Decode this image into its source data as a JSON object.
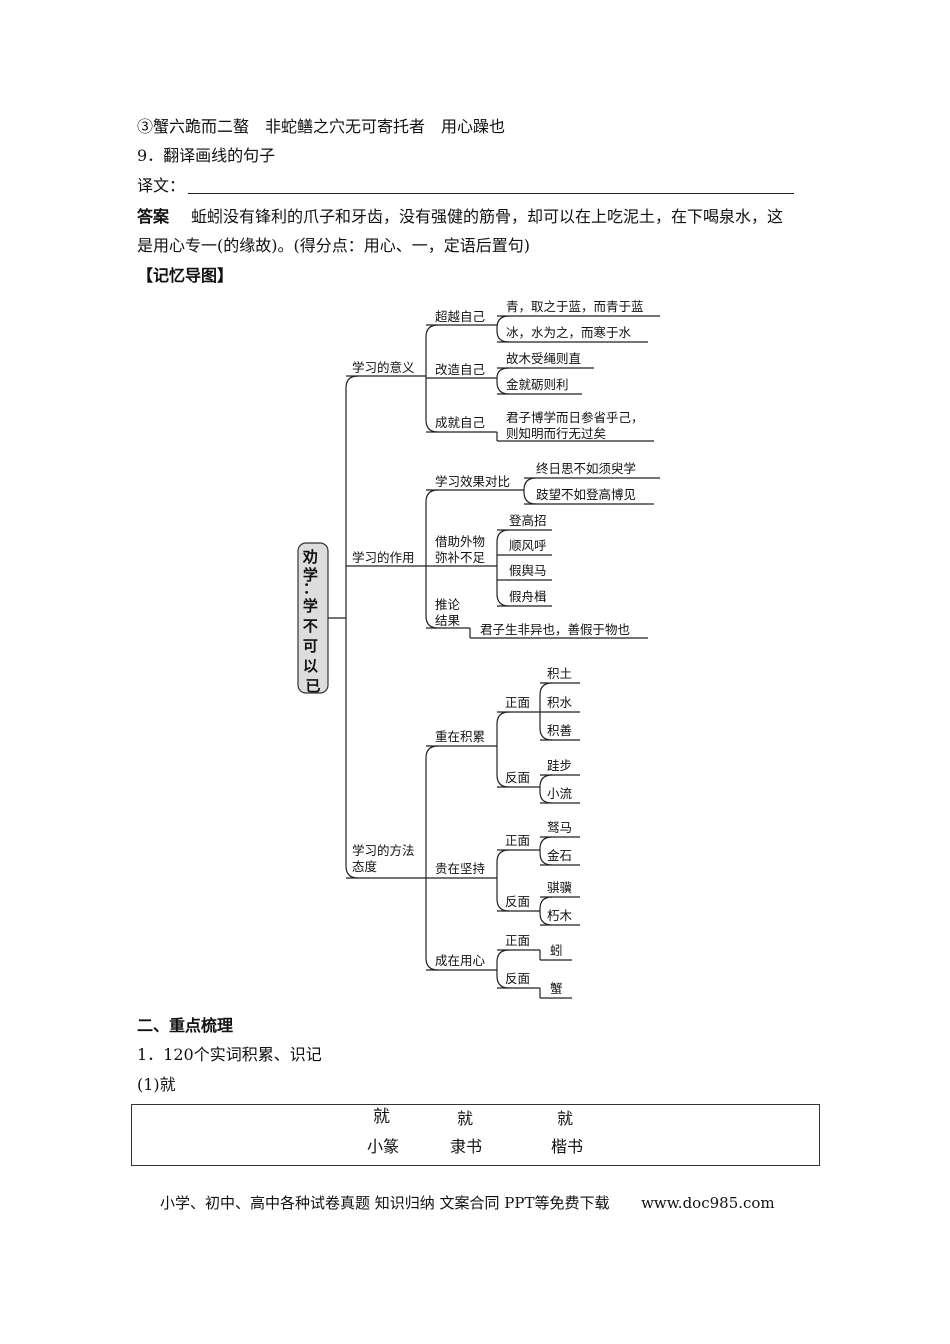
{
  "lines": {
    "l1": "③蟹六跪而二螯　非蛇鳝之穴无可寄托者　用心躁也",
    "q9": "9．翻译画线的句子",
    "yiwen": "译文：",
    "answer_tag": "答案",
    "answer_1": "蚯蚓没有锋利的爪子和牙齿，没有强健的筋骨，却可以在上吃泥土，在下喝泉水，这",
    "answer_2": "是用心专一(的缘故)。(得分点：用心、一，定语后置句)",
    "memory_map_heading": "【记忆导图】",
    "section_2": "二、重点梳理",
    "sub_1": "1．120个实词积累、识记",
    "sub_1_1": "(1)就"
  },
  "mindmap": {
    "root": "劝学：学不可以已",
    "b1": "学习的意义",
    "b1_c1": "超越自己",
    "b1_c1_a": "青，取之于蓝，而青于蓝",
    "b1_c1_b": "冰，水为之，而寒于水",
    "b1_c2": "改造自己",
    "b1_c2_a": "故木受绳则直",
    "b1_c2_b": "金就砺则利",
    "b1_c3": "成就自己",
    "b1_c3_a1": "君子博学而日参省乎己，",
    "b1_c3_a2": "则知明而行无过矣",
    "b2": "学习的作用",
    "b2_c1": "学习效果对比",
    "b2_c1_a": "终日思不如须臾学",
    "b2_c1_b": "跂望不如登高博见",
    "b2_c2_1": "借助外物",
    "b2_c2_2": "弥补不足",
    "b2_c2_a": "登高招",
    "b2_c2_b": "顺风呼",
    "b2_c2_c": "假舆马",
    "b2_c2_d": "假舟楫",
    "b2_c3_1": "推论",
    "b2_c3_2": "结果",
    "b2_c3_a": "君子生非异也，善假于物也",
    "b3_1": "学习的方法",
    "b3_2": "态度",
    "b3_c1": "重在积累",
    "zheng1": "正面",
    "b3_c1_a": "积土",
    "b3_c1_b": "积水",
    "b3_c1_c": "积善",
    "fan1": "反面",
    "b3_c1_d": "跬步",
    "b3_c1_e": "小流",
    "b3_c2": "贵在坚持",
    "zheng2": "正面",
    "b3_c2_a": "驽马",
    "b3_c2_b": "金石",
    "fan2": "反面",
    "b3_c2_c": "骐骥",
    "b3_c2_d": "朽木",
    "b3_c3": "成在用心",
    "zheng3": "正面",
    "b3_c3_a": "蚓",
    "fan3": "反面",
    "b3_c3_b": "蟹"
  },
  "table": {
    "glyph_seal": "就",
    "glyph_li": "就",
    "glyph_kai": "就",
    "label_seal": "小篆",
    "label_li": "隶书",
    "label_kai": "楷书"
  },
  "footer": {
    "text": "小学、初中、高中各种试卷真题  知识归纳  文案合同  PPT等免费下载",
    "url": "www.doc985.com"
  }
}
